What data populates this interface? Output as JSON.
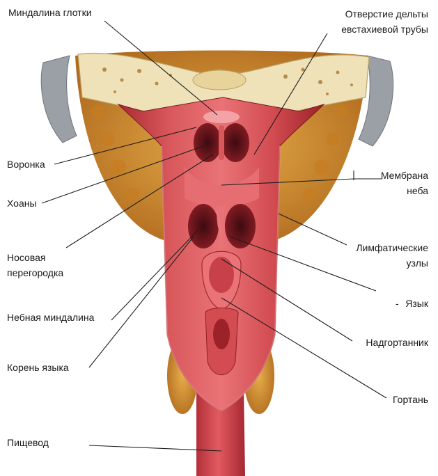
{
  "labels": {
    "pharyngeal_tonsil": "Миндалина глотки",
    "eustachian_opening_1": "Отверстие дельты",
    "eustachian_opening_2": "евстахиевой трубы",
    "funnel": "Воронка",
    "choanae": "Хоаны",
    "soft_palate_1": "Мембрана",
    "soft_palate_2": "неба",
    "nasal_septum_1": "Носовая",
    "nasal_septum_2": "перегородка",
    "lymph_nodes_1": "Лимфатические",
    "lymph_nodes_2": "узлы",
    "tongue": "Язык",
    "tongue_dash": "-",
    "palatine_tonsil": "Небная миндалина",
    "epiglottis": "Надгортанник",
    "tongue_root": "Корень языка",
    "larynx": "Гортань",
    "esophagus": "Пищевод"
  },
  "colors": {
    "tissue": "#c93a3f",
    "tissue_light": "#e2676a",
    "tissue_dark": "#8e1f26",
    "bone": "#efe2b8",
    "fat": "#d79a3a",
    "cartilage": "#9aa0a6"
  }
}
